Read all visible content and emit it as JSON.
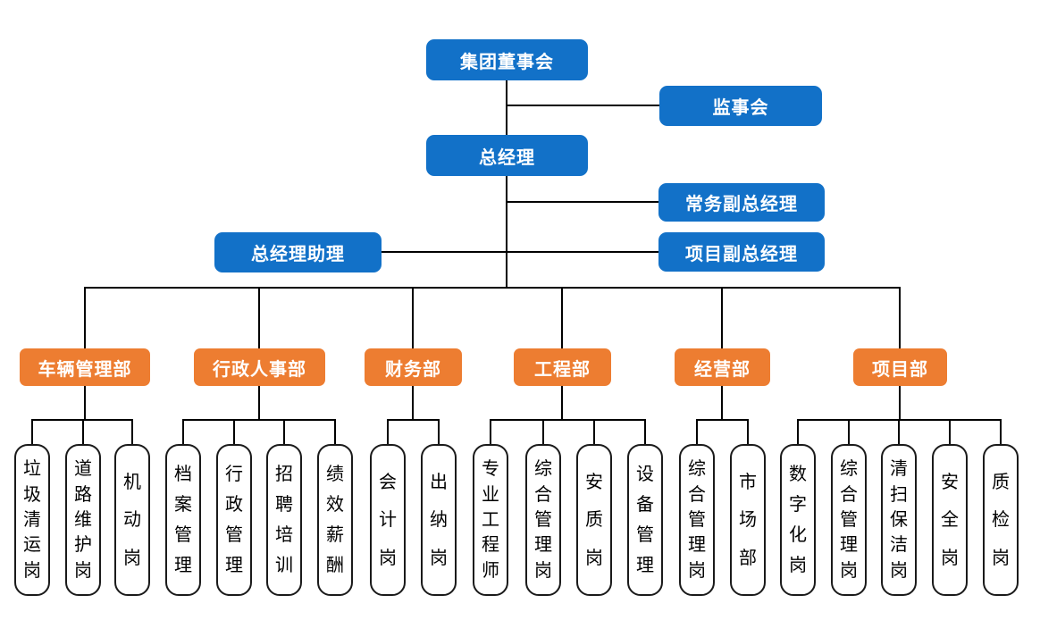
{
  "colors": {
    "executive_box": "#1271C8",
    "department_box": "#ED7D31",
    "connector": "#000000",
    "post_border": "#1a1a1a"
  },
  "executives": {
    "board": "集团董事会",
    "supervisory": "监事会",
    "general_manager": "总经理",
    "executive_deputy_gm": "常务副总经理",
    "gm_assistant": "总经理助理",
    "project_deputy_gm": "项目副总经理"
  },
  "departments": [
    {
      "label": "车辆管理部",
      "posts": [
        "垃圾清运岗",
        "道路维护岗",
        "机动岗"
      ]
    },
    {
      "label": "行政人事部",
      "posts": [
        "档案管理",
        "行政管理",
        "招聘培训",
        "绩效薪酬"
      ]
    },
    {
      "label": "财务部",
      "posts": [
        "会计岗",
        "出纳岗"
      ]
    },
    {
      "label": "工程部",
      "posts": [
        "专业工程师",
        "综合管理岗",
        "安质岗",
        "设备管理"
      ]
    },
    {
      "label": "经营部",
      "posts": [
        "综合管理岗",
        "市场部"
      ]
    },
    {
      "label": "项目部",
      "posts": [
        "数字化岗",
        "综合管理岗",
        "清扫保洁岗",
        "安全岗",
        "质检岗"
      ]
    }
  ]
}
